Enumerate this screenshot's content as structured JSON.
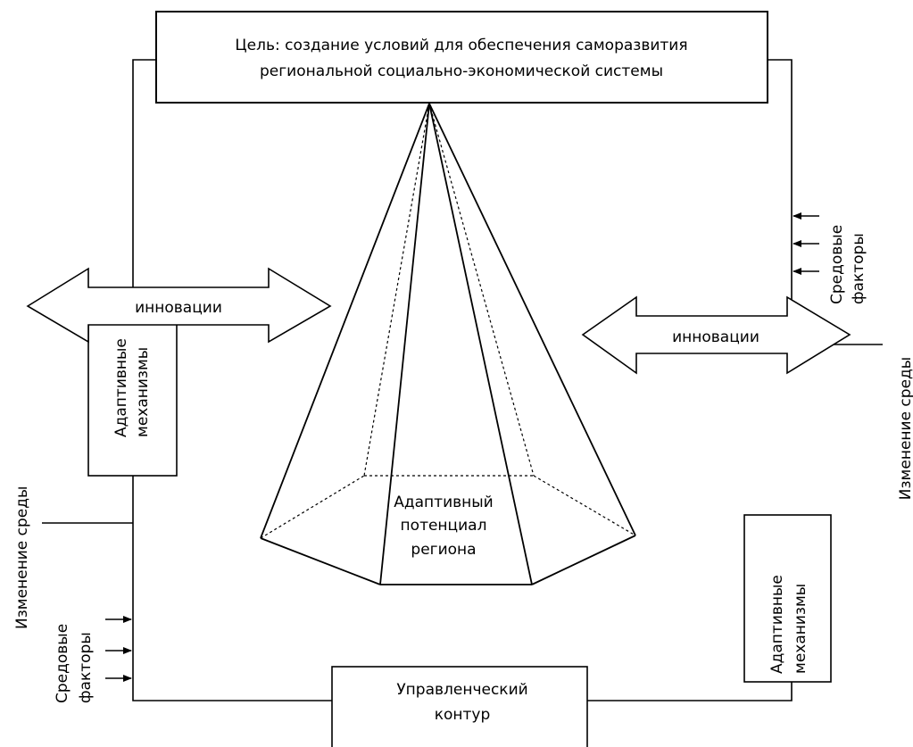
{
  "goal": {
    "line1": "Цель: создание условий для обеспечения саморазвития",
    "line2": "региональной социально-экономической системы"
  },
  "innovation_left": "инновации",
  "innovation_right": "инновации",
  "adaptive_left": {
    "line1": "Адаптивные",
    "line2": "механизмы"
  },
  "adaptive_right": {
    "line1": "Адаптивные",
    "line2": "механизмы"
  },
  "env_factors_left": {
    "line1": "Средовые",
    "line2": "факторы"
  },
  "env_factors_right": {
    "line1": "Средовые",
    "line2": "факторы"
  },
  "env_change_left": "Изменение среды",
  "env_change_right": "Изменение среды",
  "potential": {
    "line1": "Адаптивный",
    "line2": "потенциал",
    "line3": "региона"
  },
  "control": {
    "line1": "Управленческий",
    "line2": "контур"
  }
}
